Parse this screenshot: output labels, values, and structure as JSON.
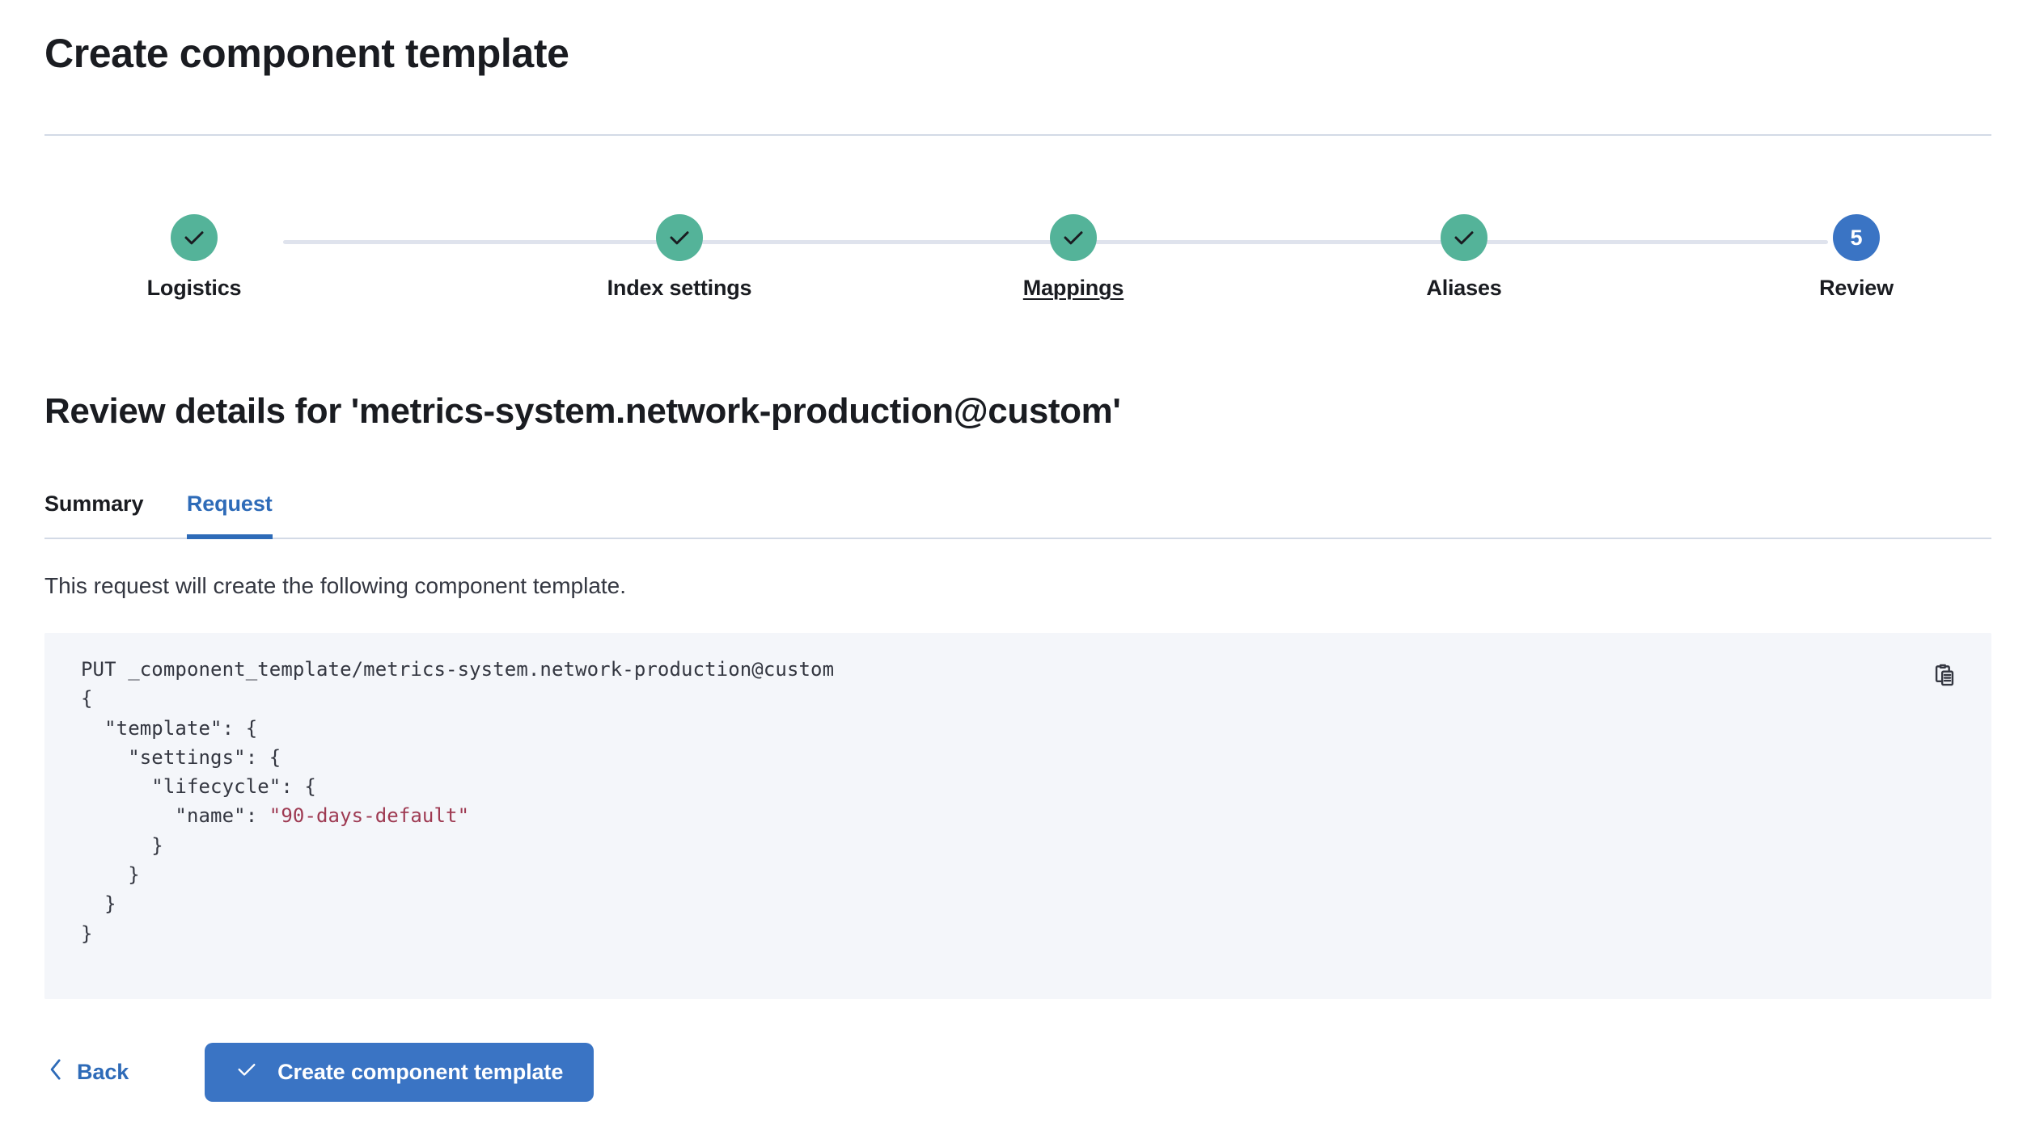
{
  "page": {
    "title": "Create component template"
  },
  "stepper": {
    "steps": [
      {
        "label": "Logistics",
        "state": "complete",
        "icon": "check-icon",
        "number": "1",
        "hovered": false
      },
      {
        "label": "Index settings",
        "state": "complete",
        "icon": "check-icon",
        "number": "2",
        "hovered": false
      },
      {
        "label": "Mappings",
        "state": "complete",
        "icon": "check-icon",
        "number": "3",
        "hovered": true
      },
      {
        "label": "Aliases",
        "state": "complete",
        "icon": "check-icon",
        "number": "4",
        "hovered": false
      },
      {
        "label": "Review",
        "state": "current",
        "icon": "number",
        "number": "5",
        "hovered": false
      }
    ],
    "colors": {
      "complete": "#54B399",
      "current": "#3A74C4",
      "track": "#DFE3ED"
    }
  },
  "review": {
    "heading": "Review details for 'metrics-system.network-production@custom'",
    "tabs": [
      {
        "label": "Summary",
        "active": false
      },
      {
        "label": "Request",
        "active": true
      }
    ],
    "description": "This request will create the following component template.",
    "request": {
      "method_line": "PUT _component_template/metrics-system.network-production@custom",
      "body_before_string": "{\n  \"template\": {\n    \"settings\": {\n      \"lifecycle\": {\n        \"name\": ",
      "string_value": "\"90-days-default\"",
      "body_after_string": "\n      }\n    }\n  }\n}",
      "copy_icon": "clipboard-copy-icon",
      "string_color": "#9E3A52",
      "background_color": "#F4F6FA"
    }
  },
  "footer": {
    "back_label": "Back",
    "back_icon": "chevron-left-icon",
    "submit_label": "Create component template",
    "submit_icon": "check-icon",
    "submit_color": "#3A74C4"
  }
}
